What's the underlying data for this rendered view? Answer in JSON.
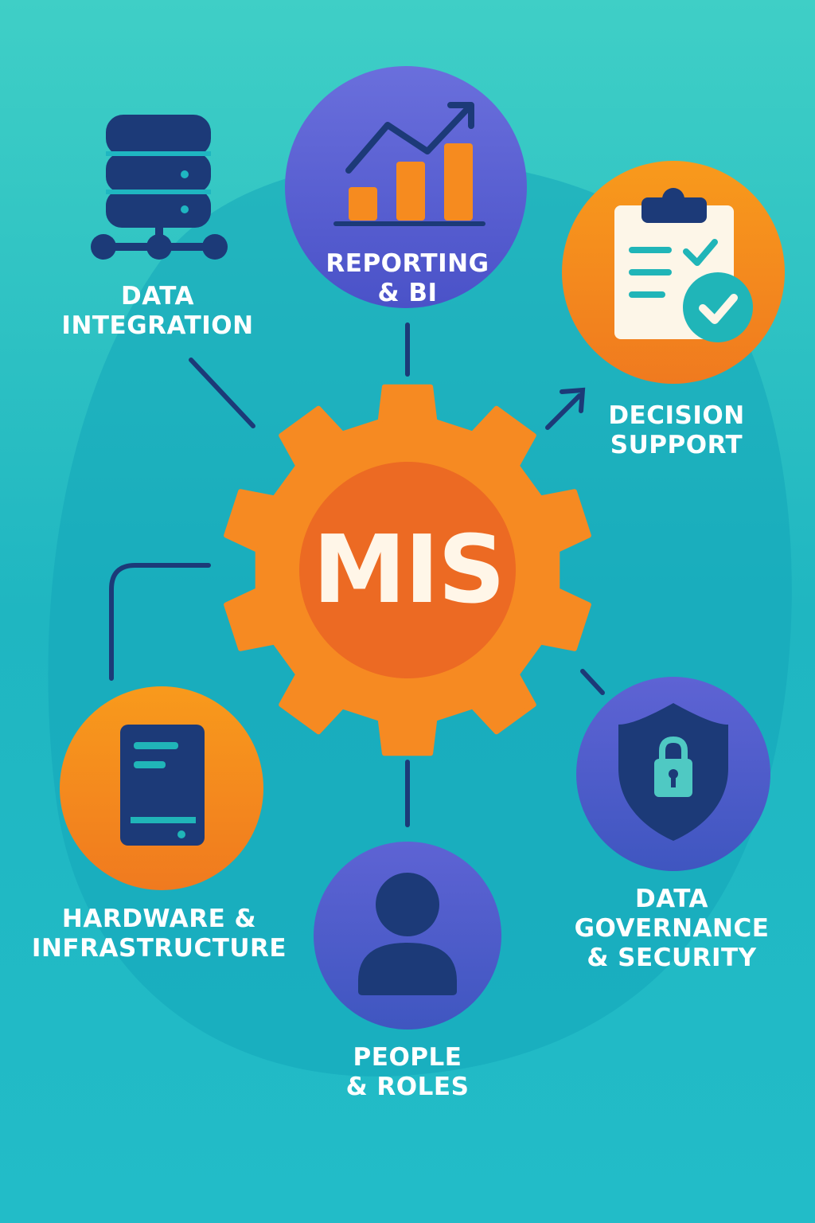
{
  "center": {
    "label": "MIS"
  },
  "nodes": [
    {
      "id": "data-integration",
      "lines": [
        "DATA",
        "INTEGRATION"
      ],
      "icon": "database-icon"
    },
    {
      "id": "reporting-bi",
      "lines": [
        "REPORTING",
        "& BI"
      ],
      "icon": "bar-chart-trend-icon"
    },
    {
      "id": "decision-support",
      "lines": [
        "DECISION",
        "SUPPORT"
      ],
      "icon": "clipboard-check-icon"
    },
    {
      "id": "hardware-infrastructure",
      "lines": [
        "HARDWARE &",
        "INFRASTRUCTURE"
      ],
      "icon": "device-icon"
    },
    {
      "id": "people-roles",
      "lines": [
        "PEOPLE",
        "& ROLES"
      ],
      "icon": "person-icon"
    },
    {
      "id": "data-governance-security",
      "lines": [
        "DATA",
        "GOVERNANCE",
        "& SECURITY"
      ],
      "icon": "shield-lock-icon"
    }
  ],
  "colors": {
    "orange": "#f7941d",
    "orange_dark": "#ee6a24",
    "purple": "#5a5fd0",
    "navy": "#1c3a78",
    "teal": "#1fb6c1",
    "cream": "#fdf6e8"
  }
}
